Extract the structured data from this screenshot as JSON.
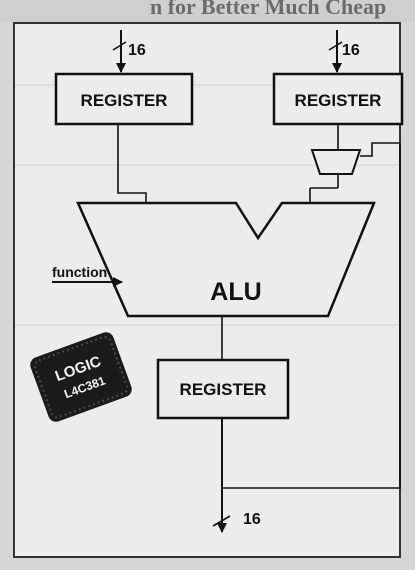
{
  "header_fragment": "n for Better Much Cheap",
  "diagram": {
    "register_top_left": {
      "label": "REGISTER",
      "bus_width": "16"
    },
    "register_top_right": {
      "label": "REGISTER",
      "bus_width": "16"
    },
    "alu": {
      "label": "ALU",
      "function_input": "function"
    },
    "register_bottom": {
      "label": "REGISTER"
    },
    "output_bus_width": "16"
  },
  "chip": {
    "brand": "LOGIC",
    "part_number": "L4C381"
  },
  "colors": {
    "panel": "#ececec",
    "ink": "#111111",
    "chip": "#1b1b1b",
    "paper": "#d6d6d6"
  }
}
